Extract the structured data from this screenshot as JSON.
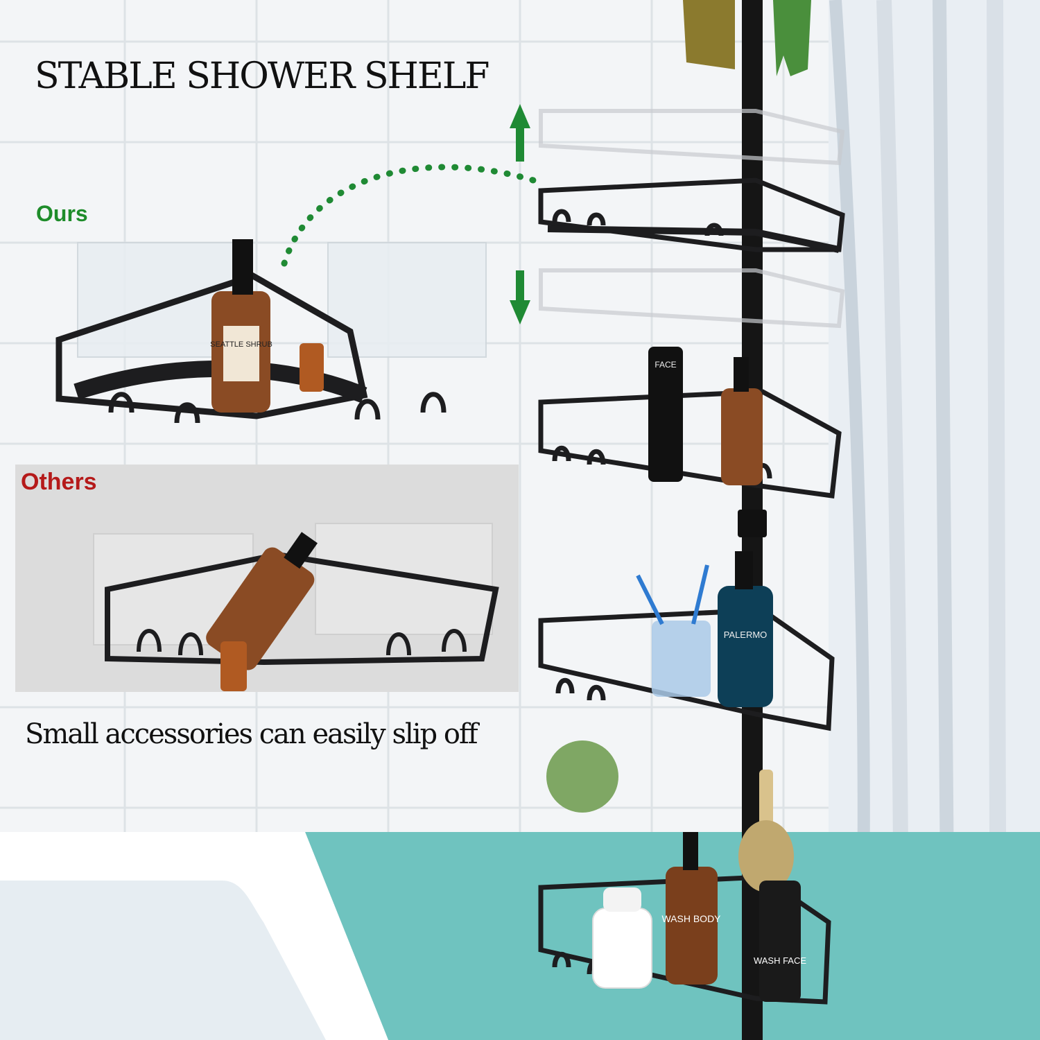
{
  "headline": "STABLE  SHOWER SHELF",
  "ours_label": "Ours",
  "others_label": "Others",
  "caption": "Small accessories can easily slip off",
  "bottle_labels": {
    "seattle": "SEATTLE SHRUB",
    "face": "FACE",
    "palermo": "PALERMO",
    "wash_body": "WASH BODY",
    "wash_face": "WASH FACE"
  },
  "colors": {
    "ours_label": "#1e8c2a",
    "others_label": "#b51a1a",
    "arrow": "#1f8a34",
    "shelf_metal": "#1d1d1f",
    "wall": "#f3f5f7",
    "tub": "#6fc3bf"
  },
  "icons": {
    "arrow_up": "arrow-up-icon",
    "arrow_down": "arrow-down-icon",
    "dotted_path": "dotted-arc-icon"
  }
}
